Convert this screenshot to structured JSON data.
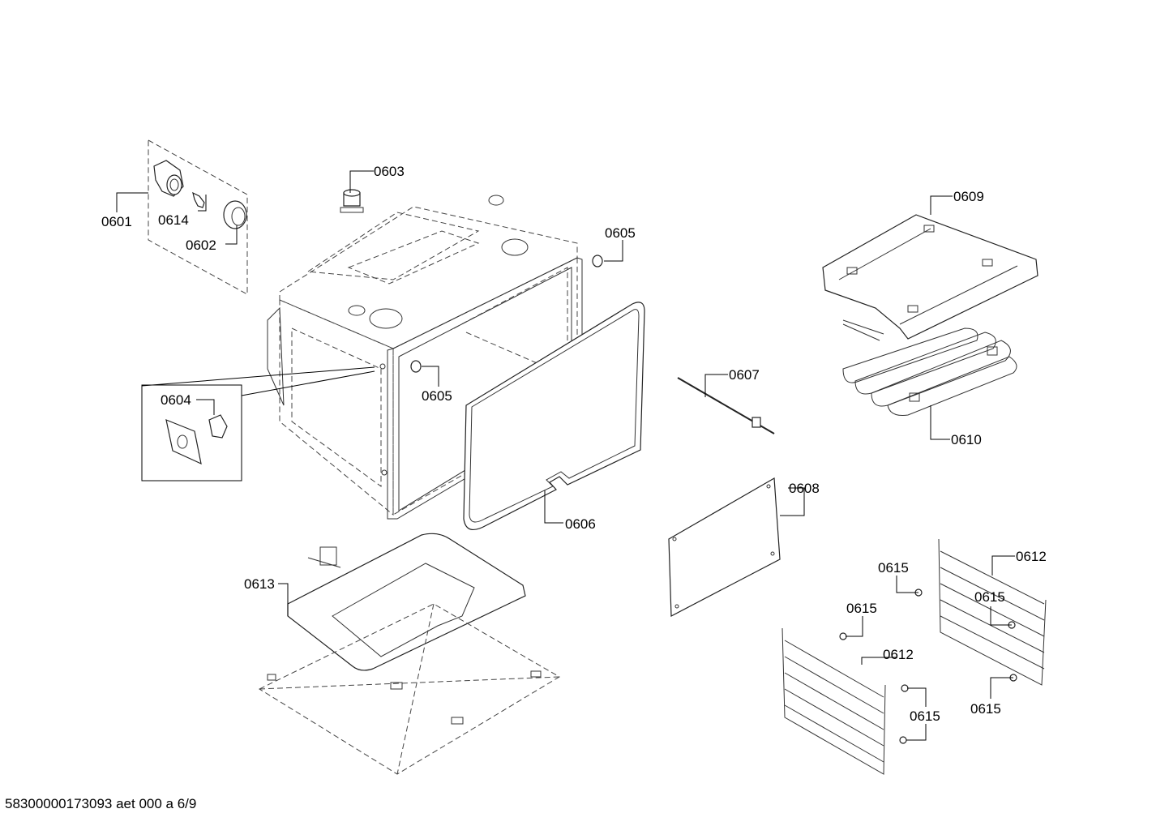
{
  "parts": {
    "p0601": "0601",
    "p0602": "0602",
    "p0603": "0603",
    "p0604": "0604",
    "p0605": "0605",
    "p0606": "0606",
    "p0607": "0607",
    "p0608": "0608",
    "p0609": "0609",
    "p0610": "0610",
    "p0612": "0612",
    "p0613": "0613",
    "p0614": "0614",
    "p0615": "0615"
  },
  "footer": "58300000173093 aet 000 a 6/9"
}
